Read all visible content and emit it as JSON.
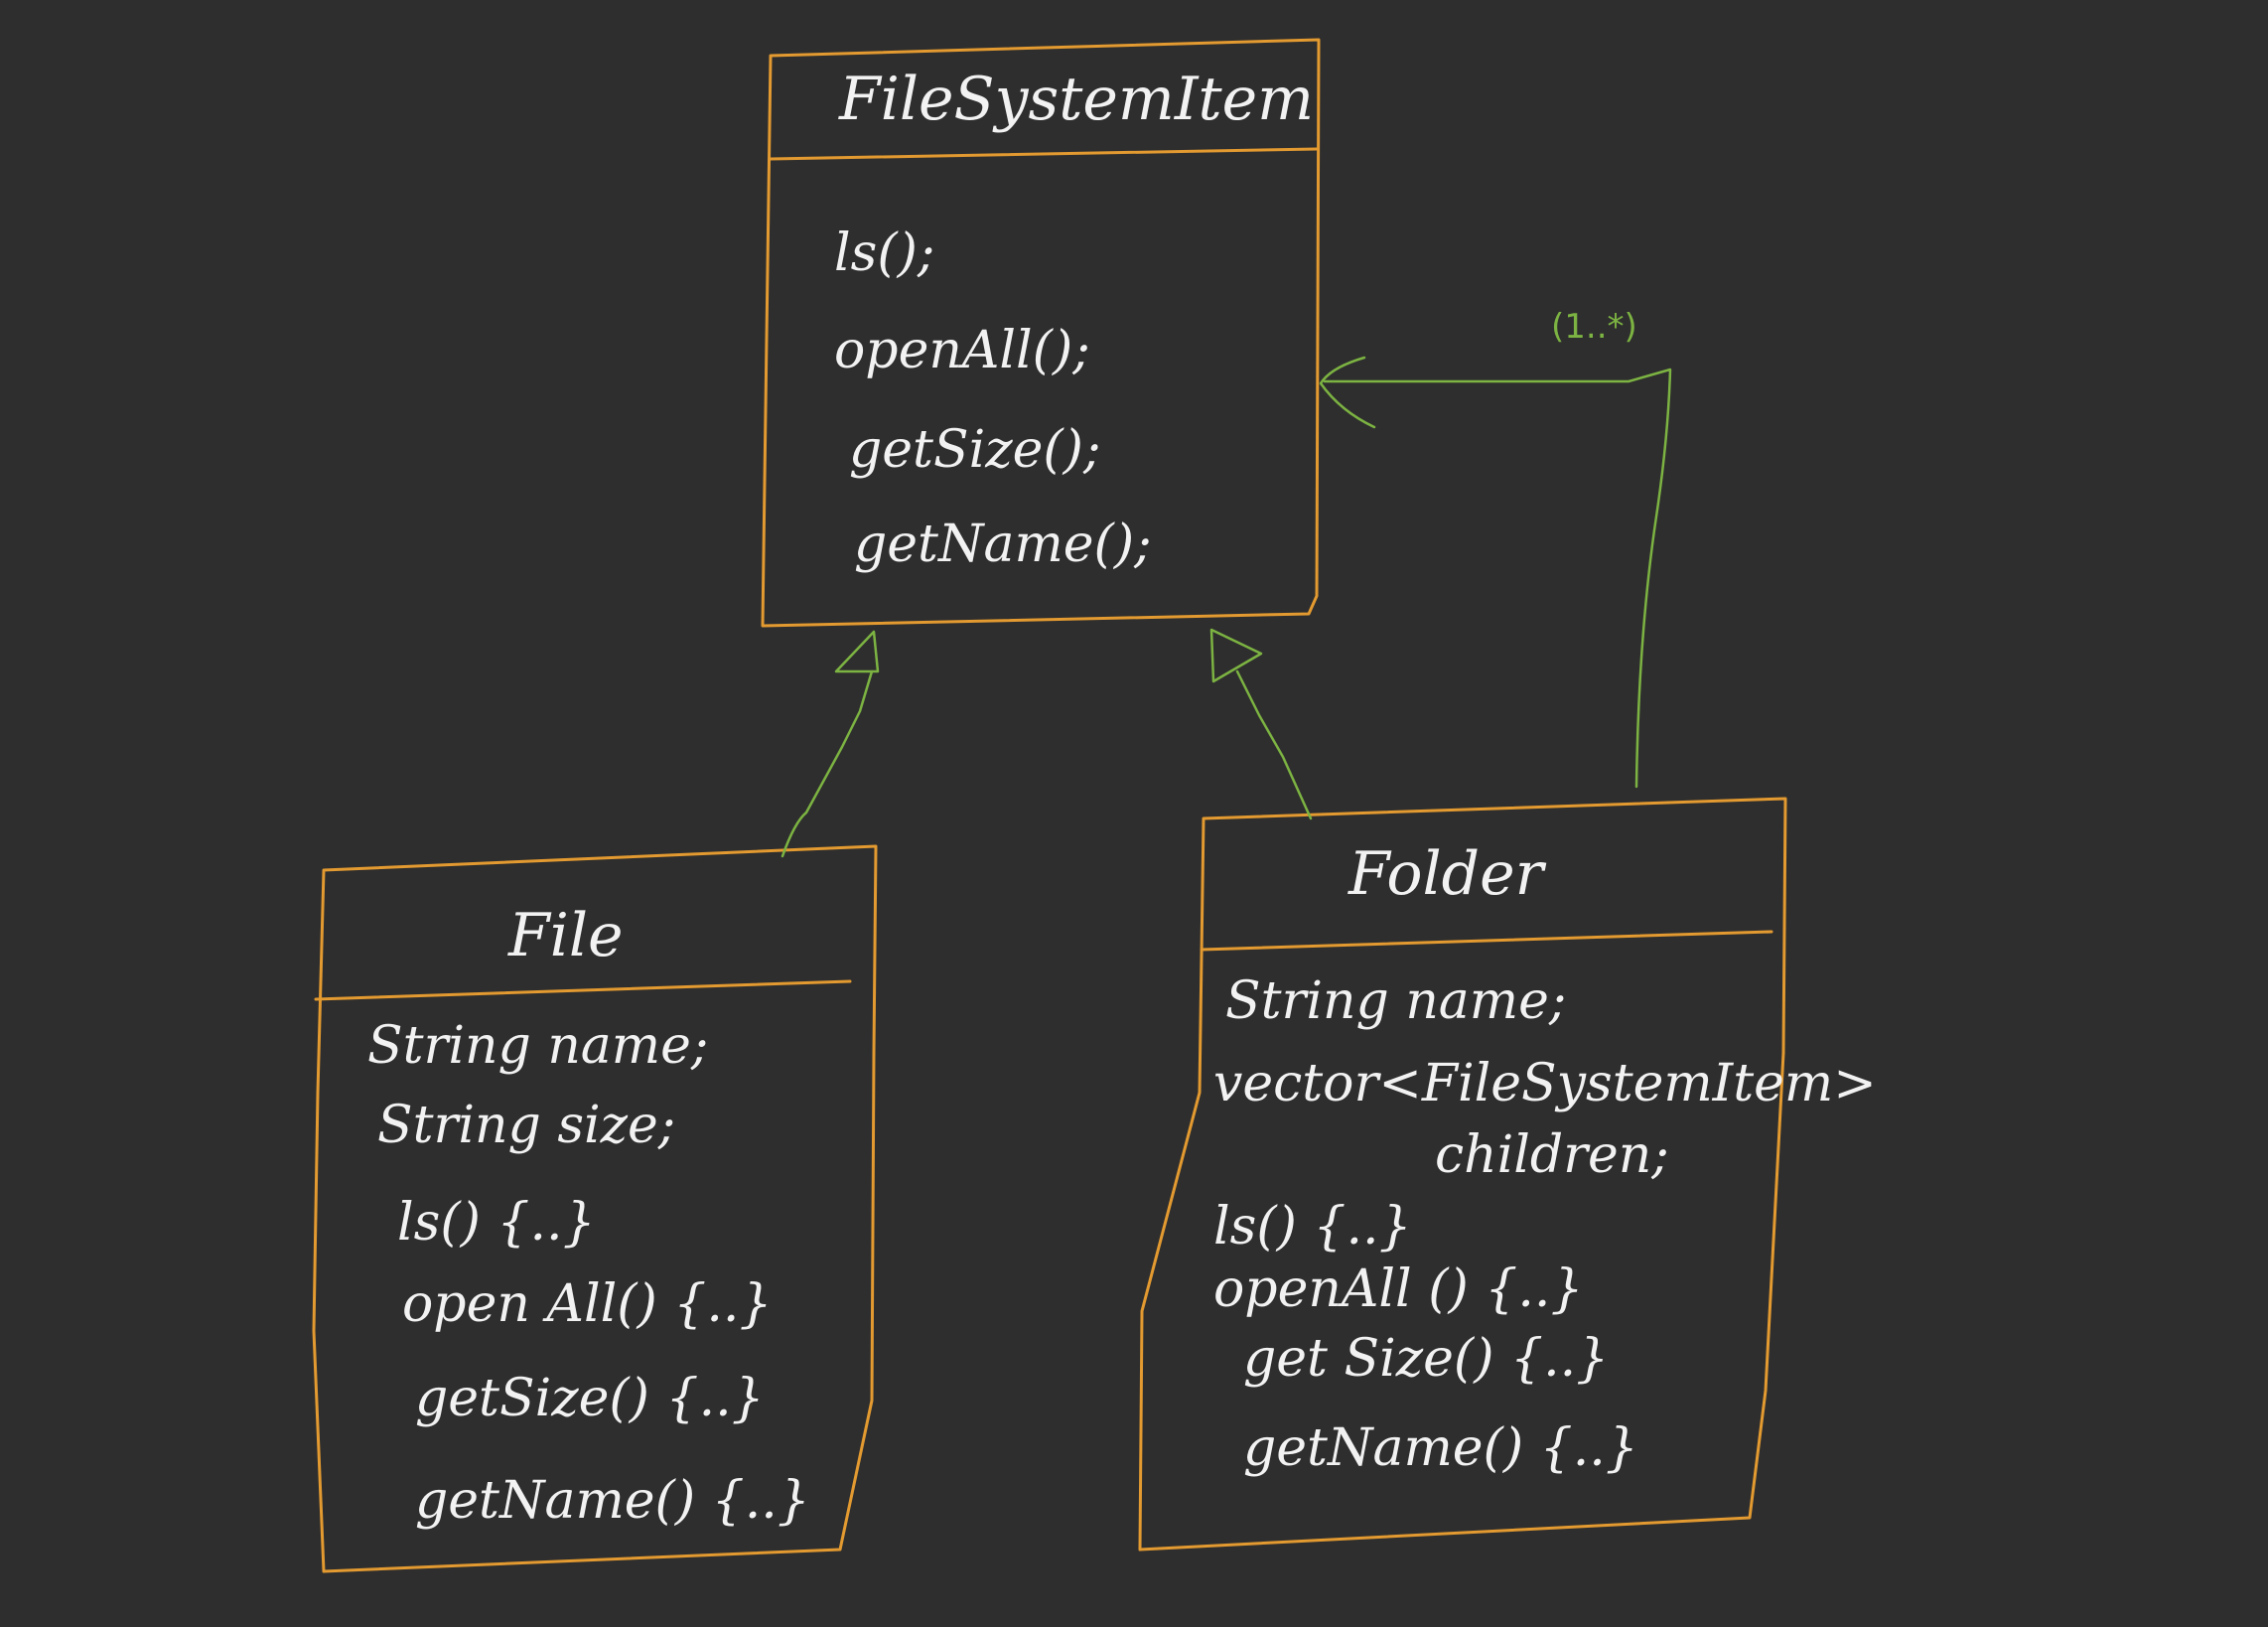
{
  "classes": {
    "file_system_item": {
      "name": "FileSystemItem",
      "members": [
        "ls();",
        "openAll();",
        "getSize();",
        "getName();"
      ]
    },
    "file": {
      "name": "File",
      "members": [
        "String name;",
        "String size;",
        "ls() {..}",
        "open All() {..}",
        "getSize() {..}",
        "getName() {..}"
      ]
    },
    "folder": {
      "name": "Folder",
      "members": [
        "String name;",
        "vector<FileSystemItem>",
        "children;",
        "ls() {..}",
        "openAll () {..}",
        "get Size() {..}",
        "getName() {..}"
      ]
    }
  },
  "relations": {
    "aggregation_multiplicity": "(1..*)"
  },
  "colors": {
    "background": "#2e2e2e",
    "class_box": "#e39a30",
    "relation_arrow": "#7cb342",
    "text": "#f2f2f2"
  }
}
